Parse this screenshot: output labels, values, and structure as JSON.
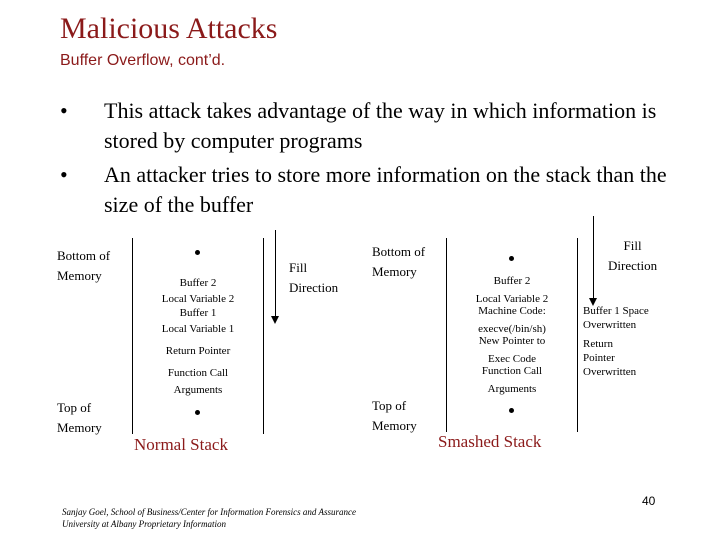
{
  "slide": {
    "title": "Malicious Attacks",
    "subtitle": "Buffer Overflow, cont’d.",
    "bullets": [
      "This attack takes advantage of the way in which information is stored by computer programs",
      "An attacker tries to store more information on the stack than the size of the buffer"
    ],
    "bullet_char": "•",
    "page_number": "40",
    "footer_line1": "Sanjay Goel, School of Business/Center for Information Forensics and Assurance",
    "footer_line2": "University at Albany Proprietary Information"
  },
  "normal": {
    "bottom_label_1": "Bottom of",
    "bottom_label_2": "Memory",
    "top_label_1": "Top of",
    "top_label_2": "Memory",
    "fill_1": "Fill",
    "fill_2": "Direction",
    "cells": [
      "Buffer 2",
      "Local Variable 2",
      "Buffer 1",
      "Local Variable 1",
      "Return Pointer",
      "Function Call",
      "Arguments"
    ],
    "caption": "Normal Stack"
  },
  "smashed": {
    "bottom_label_1": "Bottom of",
    "bottom_label_2": "Memory",
    "top_label_1": "Top of",
    "top_label_2": "Memory",
    "fill_1": "Fill",
    "fill_2": "Direction",
    "cells": [
      "Buffer 2",
      "Local Variable 2",
      "Machine Code:",
      "execve(/bin/sh)",
      "New Pointer to",
      "Exec Code",
      "Function Call",
      "Arguments"
    ],
    "side_1": "Buffer 1 Space",
    "side_2": "Overwritten",
    "side_3": "Return",
    "side_4": "Pointer",
    "side_5": "Overwritten",
    "caption": "Smashed Stack"
  }
}
